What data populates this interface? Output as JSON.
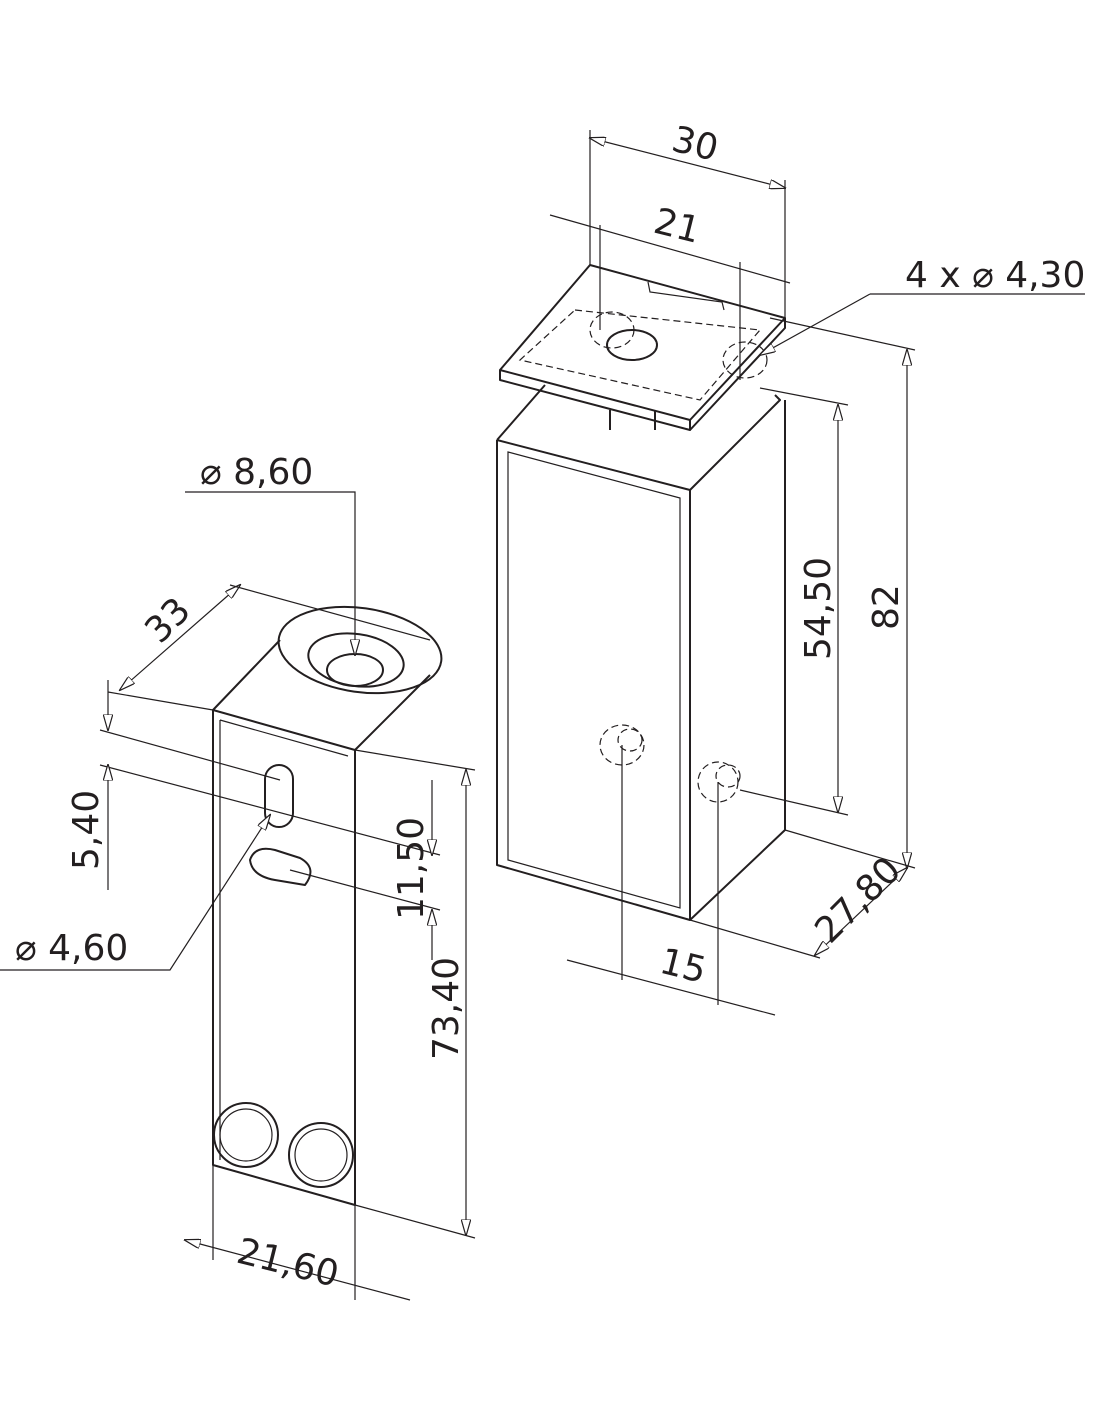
{
  "drawing": {
    "strike_box": {
      "width_total": "30",
      "width_inner": "21",
      "holes": "4 x ⌀ 4,30",
      "height_holes": "54,50",
      "height_total": "82",
      "depth": "27,80",
      "hole_spacing": "15"
    },
    "bracket": {
      "hole_large": "⌀ 8,60",
      "depth": "33",
      "slot_offset": "5,40",
      "slot_spacing": "11,50",
      "hole_small": "⌀ 4,60",
      "height": "73,40",
      "width": "21,60"
    }
  }
}
